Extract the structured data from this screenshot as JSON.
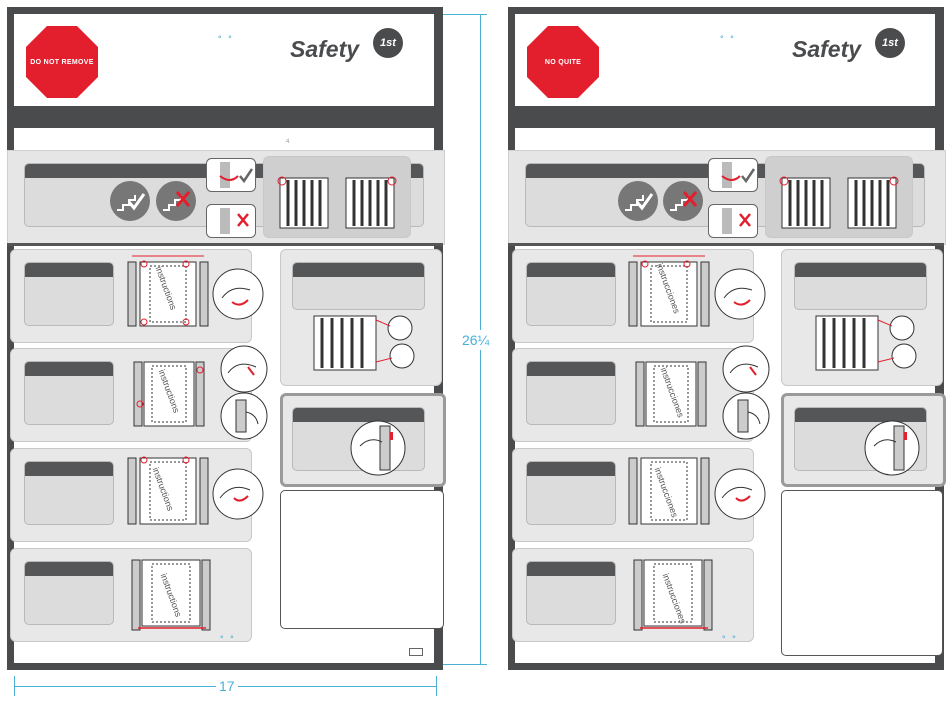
{
  "left_sheet": {
    "stop_sign_label": "DO NOT REMOVE",
    "brand": "Safety",
    "brand_badge": "1st",
    "dots": "° °",
    "small_mark": "4",
    "instructions_text": "instructions",
    "footer_dots": "° °"
  },
  "right_sheet": {
    "stop_sign_label": "NO QUITE",
    "brand": "Safety",
    "brand_badge": "1st",
    "dots": "° °",
    "instructions_text": "instrucciones",
    "footer_dots": "° °"
  },
  "dimensions": {
    "width_label": "17",
    "height_label": "26¼"
  },
  "colors": {
    "frame": "#4a4b4d",
    "stop_red": "#e31e2d",
    "dimension_blue": "#4ab0d8",
    "panel_gray": "#e8e8e9",
    "check_gray": "#777777",
    "cross_red": "#e31e2d"
  }
}
